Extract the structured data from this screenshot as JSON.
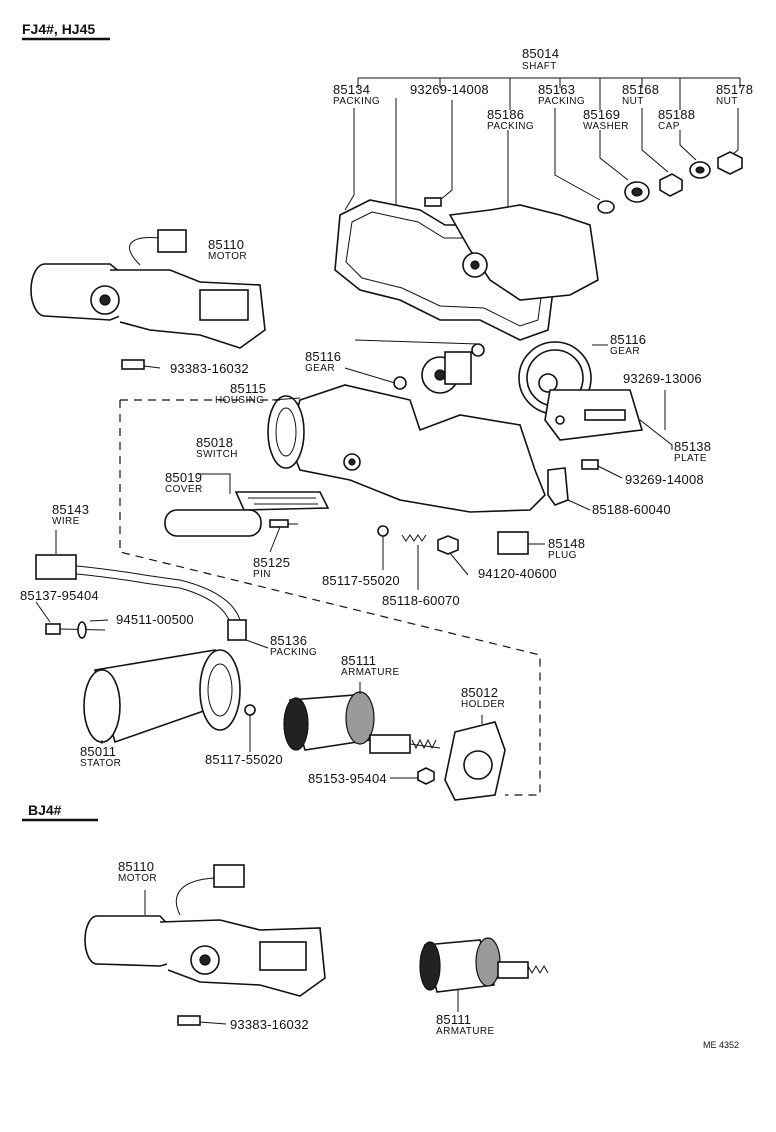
{
  "sections": {
    "top": "FJ4#, HJ45",
    "bottom": "BJ4#"
  },
  "sheet_code": "ME 4352",
  "labels": {
    "shaft_num": "85014",
    "shaft_cap": "SHAFT",
    "packing1_num": "85134",
    "packing1_cap": "PACKING",
    "screw1_num": "93269-14008",
    "packing2_num": "85186",
    "packing2_cap": "PACKING",
    "packing3_num": "85163",
    "packing3_cap": "PACKING",
    "washer_num": "85169",
    "washer_cap": "WASHER",
    "nut1_num": "85168",
    "nut1_cap": "NUT",
    "cap_num": "85188",
    "cap_cap": "CAP",
    "nut2_num": "85178",
    "nut2_cap": "NUT",
    "motor_num": "85110",
    "motor_cap": "MOTOR",
    "bolt1_num": "93383-16032",
    "gear1_num": "85116",
    "gear1_cap": "GEAR",
    "gear2_num": "85116",
    "gear2_cap": "GEAR",
    "housing_num": "85115",
    "housing_cap": "HOUSING",
    "screw2_num": "93269-13006",
    "switch_num": "85018",
    "switch_cap": "SWITCH",
    "plate_num": "85138",
    "plate_cap": "PLATE",
    "cover_num": "85019",
    "cover_cap": "COVER",
    "screw3_num": "93269-14008",
    "wire_num": "85143",
    "wire_cap": "WIRE",
    "gasket_num": "85188-60040",
    "pin_num": "85125",
    "pin_cap": "PIN",
    "plug_num": "85148",
    "plug_cap": "PLUG",
    "ball1_num": "85117-55020",
    "nut3_num": "94120-40600",
    "spring_num": "85118-60070",
    "bolt2_num": "85137-95404",
    "washer2_num": "94511-00500",
    "packing4_num": "85136",
    "packing4_cap": "PACKING",
    "armature1_num": "85111",
    "armature1_cap": "ARMATURE",
    "holder_num": "85012",
    "holder_cap": "HOLDER",
    "stator_num": "85011",
    "stator_cap": "STATOR",
    "ball2_num": "85117-55020",
    "nut4_num": "85153-95404",
    "motor2_num": "85110",
    "motor2_cap": "MOTOR",
    "bolt3_num": "93383-16032",
    "armature2_num": "85111",
    "armature2_cap": "ARMATURE"
  }
}
